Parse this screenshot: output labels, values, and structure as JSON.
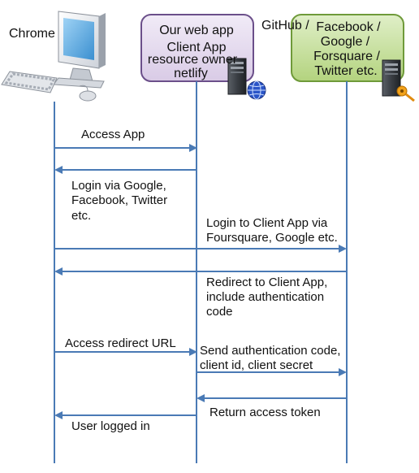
{
  "participants": {
    "chrome": {
      "label": "Chrome",
      "icon": "desktop-computer-icon"
    },
    "webapp": {
      "lines": [
        "Our web app",
        "Client App",
        "resource owner",
        "netlify"
      ],
      "fill": "#e6dcef",
      "border": "#6b4f8a",
      "icon": "web-server-icon"
    },
    "provider": {
      "prefix": "GitHub /",
      "lines": [
        "Facebook /",
        "Google /",
        "Forsquare /",
        "Twitter etc."
      ],
      "fill": "#c9e0a6",
      "border": "#6f9a3a",
      "icon": "key-server-icon"
    }
  },
  "messages": [
    {
      "lines": [
        "Access App"
      ]
    },
    {
      "lines": [
        "Login via Google,",
        "Facebook, Twitter",
        "etc."
      ]
    },
    {
      "lines": [
        "Login to Client App via",
        "Foursquare, Google etc."
      ]
    },
    {
      "lines": [
        "Redirect to Client App,",
        "include authentication",
        "code"
      ]
    },
    {
      "lines": [
        "Access redirect URL"
      ]
    },
    {
      "lines": [
        "Send authentication code,",
        "client id, client secret"
      ]
    },
    {
      "lines": [
        "Return access token"
      ]
    },
    {
      "lines": [
        "User logged in"
      ]
    }
  ],
  "colors": {
    "line": "#4a7ab5",
    "text": "#111111"
  }
}
